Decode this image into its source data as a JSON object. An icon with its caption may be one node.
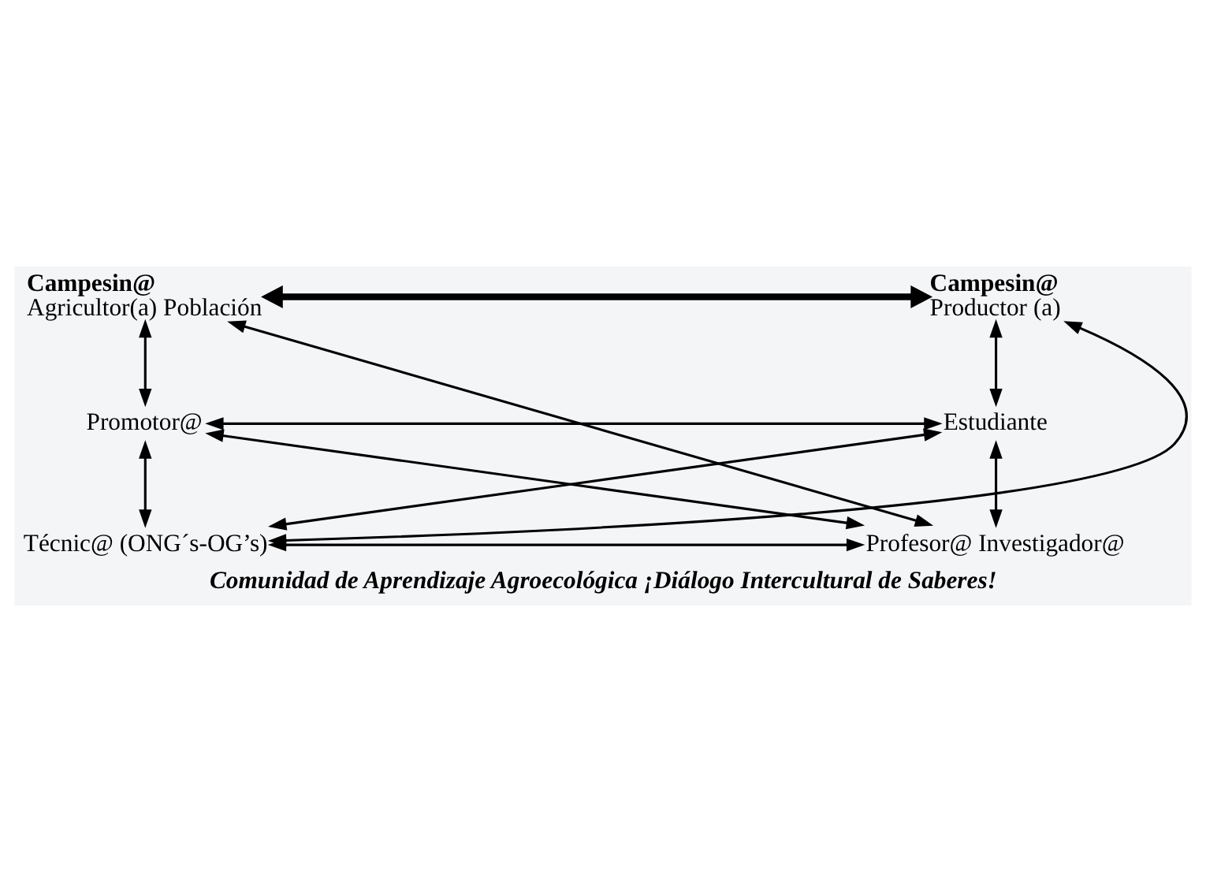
{
  "diagram": {
    "caption": "Comunidad de Aprendizaje Agroecológica ¡Diálogo Intercultural de Saberes!",
    "nodes": [
      {
        "text": [
          "Campesin@",
          "Agricultor(a) Población"
        ]
      },
      {
        "text": [
          "Campesin@",
          "Productor (a)"
        ]
      },
      {
        "text": [
          "Promotor@"
        ]
      },
      {
        "text": [
          "Estudiante"
        ]
      },
      {
        "text": [
          "Técnic@ (ONG´s-OG’s)"
        ]
      },
      {
        "text": [
          "Profesor@ Investigador@"
        ]
      }
    ],
    "edges": [
      {
        "from": 0,
        "to": 1,
        "arrow": "both",
        "style": "thick"
      },
      {
        "from": 0,
        "to": 2,
        "arrow": "both"
      },
      {
        "from": 1,
        "to": 3,
        "arrow": "both"
      },
      {
        "from": 0,
        "to": 5,
        "arrow": "both"
      },
      {
        "from": 4,
        "to": 1,
        "arrow": "both"
      },
      {
        "from": 2,
        "to": 3,
        "arrow": "both"
      },
      {
        "from": 2,
        "to": 5,
        "arrow": "both"
      },
      {
        "from": 4,
        "to": 3,
        "arrow": "both"
      },
      {
        "from": 2,
        "to": 4,
        "arrow": "both"
      },
      {
        "from": 3,
        "to": 5,
        "arrow": "both"
      },
      {
        "from": 4,
        "to": 5,
        "arrow": "both"
      }
    ]
  }
}
